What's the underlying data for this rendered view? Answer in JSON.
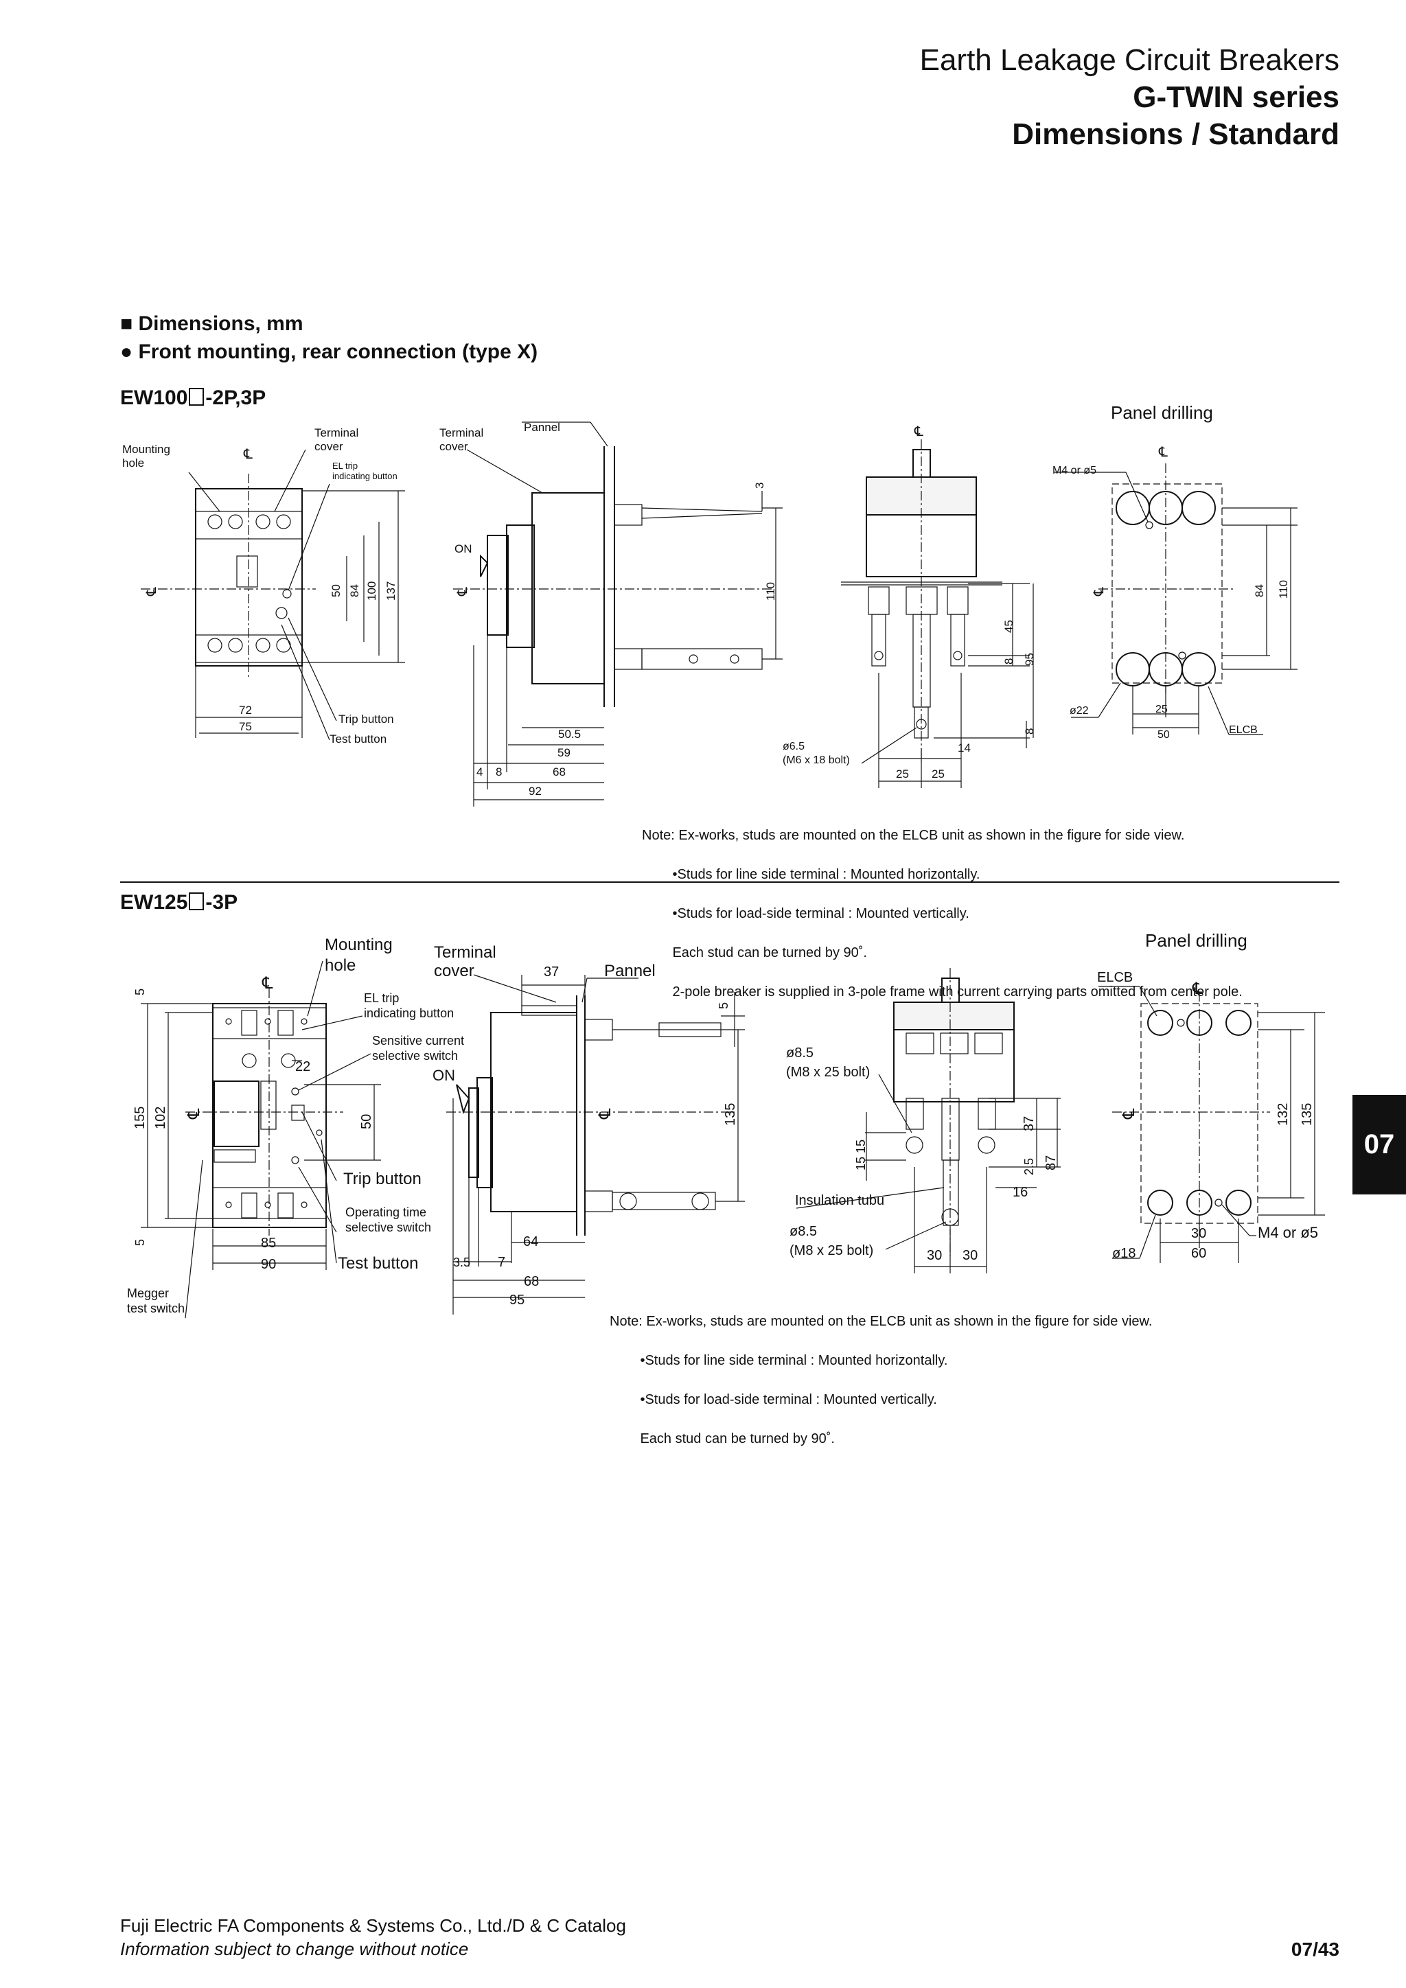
{
  "header": {
    "line1": "Earth Leakage Circuit Breakers",
    "line2": "G-TWIN series",
    "line3": "Dimensions / Standard"
  },
  "section": {
    "title": "Dimensions, mm",
    "subtitle": "Front mounting, rear connection (type X)"
  },
  "ew100": {
    "model_prefix": "EW100",
    "model_suffix": "-2P,3P",
    "panel_drilling": "Panel drilling",
    "labels": {
      "mounting_hole": "Mounting\nhole",
      "terminal_cover_front": "Terminal\ncover",
      "terminal_cover_side": "Terminal\ncover",
      "pannel": "Pannel",
      "el_trip": "EL trip\nindicating button",
      "on": "ON",
      "trip_button": "Trip button",
      "test_button": "Test button",
      "bolt": "ø6.5\n(M6 x 18 bolt)",
      "m4": "M4 or ø5",
      "d22": "ø22",
      "elcb": "ELCB"
    },
    "dims": {
      "w72": "72",
      "w75": "75",
      "h50": "50",
      "h84": "84",
      "h100": "100",
      "h137": "137",
      "d505": "50.5",
      "d59": "59",
      "d68": "68",
      "d4": "4",
      "d8": "8",
      "d92": "92",
      "s3": "3",
      "s110": "110",
      "r45": "45",
      "r8a": "8",
      "r95": "95",
      "r8b": "8",
      "r14": "14",
      "r25a": "25",
      "r25b": "25",
      "p84": "84",
      "p110": "110",
      "p25": "25",
      "p50": "50"
    },
    "note": [
      "Note: Ex-works, studs are mounted on the ELCB unit as shown in the figure for side view.",
      "        •Studs for line side terminal : Mounted horizontally.",
      "        •Studs for load-side terminal : Mounted vertically.",
      "        Each stud can be turned by 90˚.",
      "        2-pole breaker is supplied in 3-pole frame with current carrying parts omitted from center pole."
    ]
  },
  "ew125": {
    "model_prefix": "EW125",
    "model_suffix": "-3P",
    "panel_drilling": "Panel drilling",
    "labels": {
      "mounting_hole": "Mounting\nhole",
      "terminal_cover": "Terminal\ncover",
      "pannel": "Pannel",
      "el_trip": "EL trip\nindicating button",
      "sensitive": "Sensitive current\nselective switch",
      "on": "ON",
      "trip_button": "Trip button",
      "operating": "Operating time\nselective switch",
      "test_button": "Test button",
      "megger": "Megger\ntest switch",
      "bolt1": "ø8.5\n(M8 x 25 bolt)",
      "insulation": "Insulation tubu",
      "bolt2": "ø8.5\n(M8 x 25 bolt)",
      "elcb": "ELCB",
      "m4": "M4 or ø5",
      "d18": "ø18"
    },
    "dims": {
      "f5a": "5",
      "f155": "155",
      "f102": "102",
      "f5b": "5",
      "f22": "22",
      "f50": "50",
      "f85": "85",
      "f90": "90",
      "s37": "37",
      "s5": "5",
      "s135": "135",
      "s64": "64",
      "s35": "3.5",
      "s7": "7",
      "s68": "68",
      "s95": "95",
      "r1515": "15 15",
      "r37": "37",
      "r25": "2.5",
      "r87": "87",
      "r16": "16",
      "r30a": "30",
      "r30b": "30",
      "p132": "132",
      "p135": "135",
      "p30": "30",
      "p60": "60"
    },
    "note": [
      "Note: Ex-works, studs are mounted on the ELCB unit as shown in the figure for side view.",
      "        •Studs for line side terminal : Mounted horizontally.",
      "        •Studs for load-side terminal : Mounted vertically.",
      "        Each stud can be turned by 90˚."
    ]
  },
  "tab": "07",
  "footer": {
    "line1": "Fuji Electric FA Components & Systems Co., Ltd./D & C Catalog",
    "line2": "Information subject to change without notice",
    "page": "07/43"
  }
}
